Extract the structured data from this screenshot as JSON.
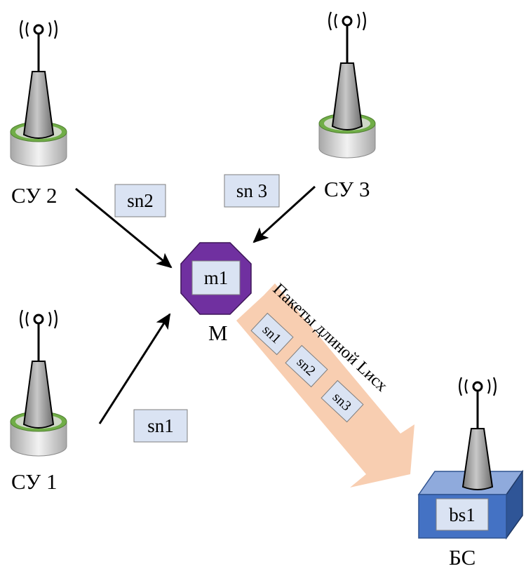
{
  "nodes": {
    "su2": "СУ 2",
    "su3": "СУ 3",
    "su1": "СУ 1",
    "m": "М",
    "bs": "БС"
  },
  "packets": {
    "sn2": "sn2",
    "sn3": "sn 3",
    "sn1": "sn1",
    "m1": "m1",
    "bs1": "bs1"
  },
  "stream": {
    "caption": "Пакеты длиной Lисх",
    "items": [
      "sn1",
      "sn2",
      "sn3"
    ]
  },
  "colors": {
    "mule": "#7030a0",
    "box_fill": "#dae3f3",
    "base_station": "#4472c4",
    "tower_ring": "#70ad47",
    "stream_arrow": "#f8cbad"
  }
}
